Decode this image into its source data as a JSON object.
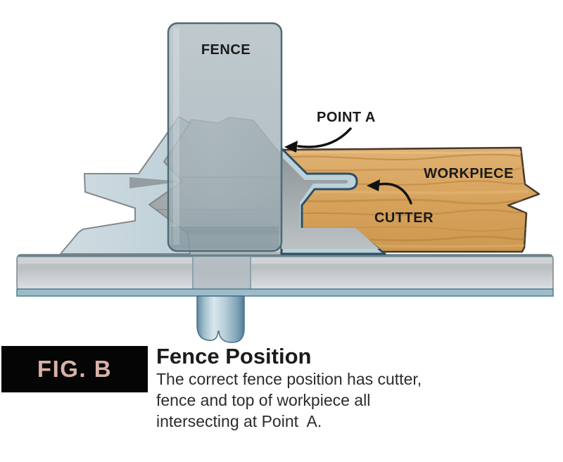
{
  "diagram": {
    "fence_label": "FENCE",
    "point_a_label": "POINT A",
    "workpiece_label": "WORKPIECE",
    "cutter_label": "CUTTER"
  },
  "caption": {
    "figure_tag": "FIG. B",
    "title": "Fence Position",
    "lines": [
      "The correct fence position has cutter,",
      "fence and top of workpiece all",
      "intersecting at Point  A."
    ]
  },
  "icons": {
    "point_a_arrow": "curved-arrow-left-down",
    "cutter_arrow": "curved-arrow-left"
  },
  "colors": {
    "wood": "#d7a35c",
    "wood_grain": "#b5803e",
    "blade_blue": "#bcd1da",
    "blade_outline": "#2d4f63",
    "steel_gray": "#a9afb1",
    "fence_fill": "#aebac0",
    "fence_outline": "#4e6b76",
    "table_band_blue": "#9dbcca",
    "fig_tag_bg": "#050505",
    "fig_tag_text": "#d8b2a6",
    "label_text": "#1a1a1a"
  }
}
